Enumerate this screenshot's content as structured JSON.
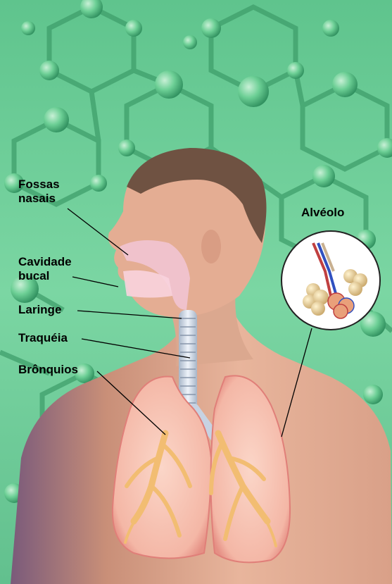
{
  "labels": {
    "fossas": "Fossas\nnasais",
    "fossas_line1": "Fossas",
    "fossas_line2": "nasais",
    "cavidade_line1": "Cavidade",
    "cavidade_line2": "bucal",
    "laringe": "Laringe",
    "traqueia": "Traquéia",
    "bronquios": "Brônquios",
    "alveolo": "Alvéolo"
  },
  "colors": {
    "background_green": "#6fcf9a",
    "skin": "#e6b49a",
    "hair": "#7a5a48",
    "lung_fill": "#f6c1b4",
    "bronchi": "#f3c27a",
    "leader_line": "#000000"
  },
  "icons": [
    "molecule-pattern",
    "alveolus-cluster"
  ]
}
